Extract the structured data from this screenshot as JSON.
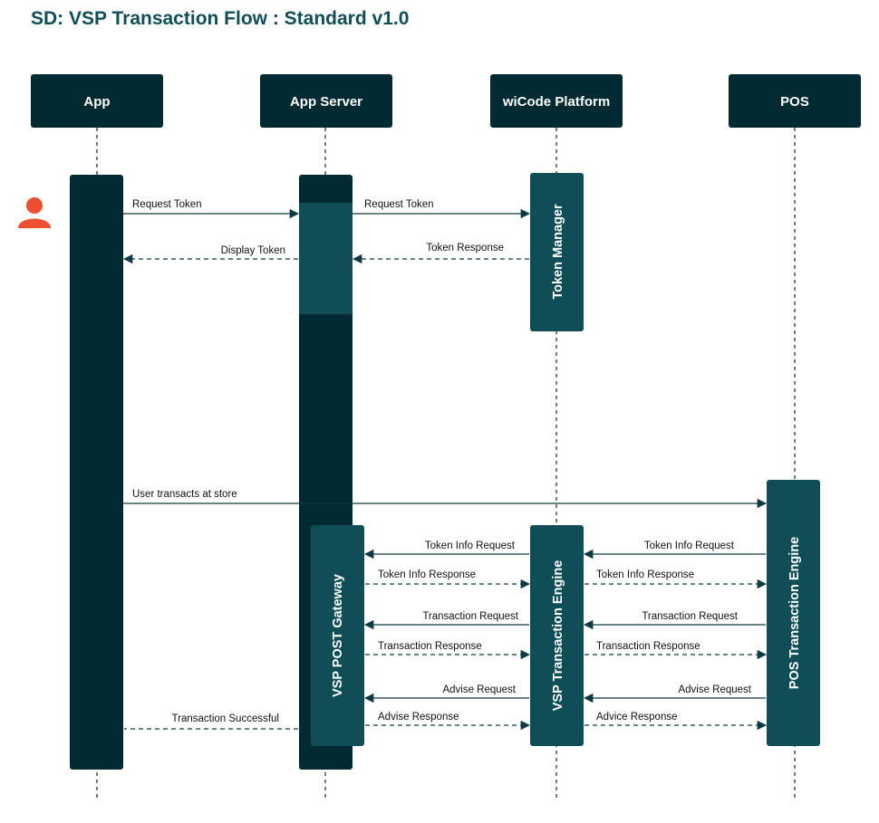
{
  "title": "SD: VSP Transaction Flow : Standard v1.0",
  "colors": {
    "dark": "#012a33",
    "teal": "#0f4e57",
    "title": "#0f5058",
    "user_icon": "#f04e30",
    "line": "#0d3b44"
  },
  "actors": [
    {
      "label": "App"
    },
    {
      "label": "App Server"
    },
    {
      "label": "wiCode Platform"
    },
    {
      "label": "POS"
    }
  ],
  "components": {
    "token_manager": "Token Manager",
    "vsp_post_gateway": "VSP POST Gateway",
    "vsp_transaction_engine": "VSP Transaction Engine",
    "pos_transaction_engine": "POS Transaction Engine"
  },
  "user_icon": "user-icon",
  "messages": [
    {
      "label": "Request Token",
      "style": "solid"
    },
    {
      "label": "Request Token",
      "style": "solid"
    },
    {
      "label": "Display Token",
      "style": "dashed"
    },
    {
      "label": "Token Response",
      "style": "dashed"
    },
    {
      "label": "User transacts at store",
      "style": "solid"
    },
    {
      "label": "Token Info Request",
      "style": "solid"
    },
    {
      "label": "Token Info Request",
      "style": "solid"
    },
    {
      "label": "Token Info Response",
      "style": "dashed"
    },
    {
      "label": "Token Info Response",
      "style": "dashed"
    },
    {
      "label": "Transaction Request",
      "style": "solid"
    },
    {
      "label": "Transaction Request",
      "style": "solid"
    },
    {
      "label": "Transaction Response",
      "style": "dashed"
    },
    {
      "label": "Transaction Response",
      "style": "dashed"
    },
    {
      "label": "Advise Request",
      "style": "solid"
    },
    {
      "label": "Advise Request",
      "style": "solid"
    },
    {
      "label": "Transaction Successful",
      "style": "dashed"
    },
    {
      "label": "Advise Response",
      "style": "dashed"
    },
    {
      "label": "Advice Response",
      "style": "dashed"
    }
  ]
}
